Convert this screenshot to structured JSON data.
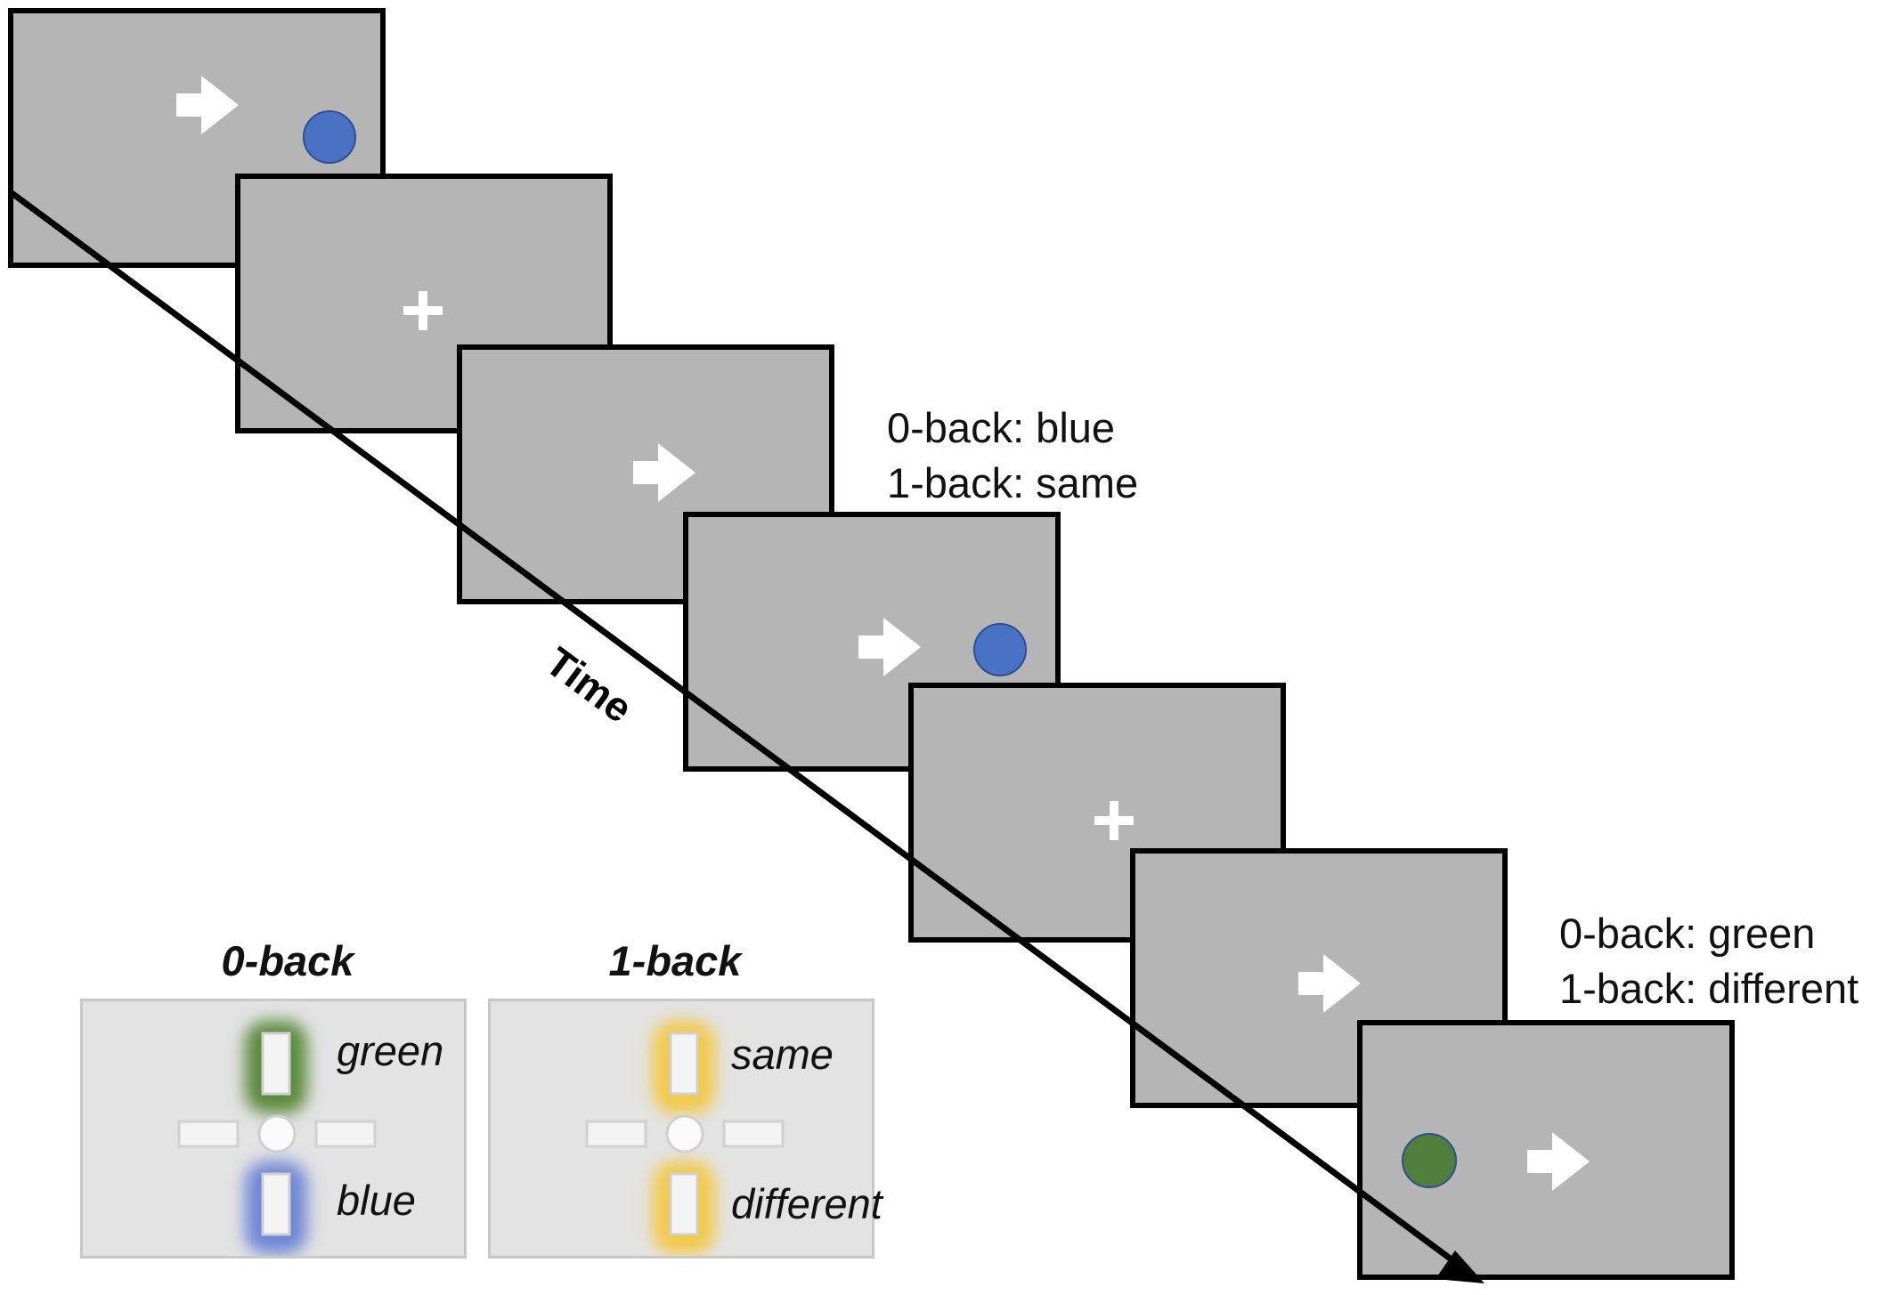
{
  "annotations": {
    "first_zero_back": "0-back: blue",
    "first_one_back": "1-back: same",
    "second_zero_back": "0-back: green",
    "second_one_back": "1-back: different"
  },
  "time_label": "Time",
  "panels": {
    "zero_back": {
      "title": "0-back",
      "top_label": "green",
      "bottom_label": "blue"
    },
    "one_back": {
      "title": "1-back",
      "top_label": "same",
      "bottom_label": "different"
    }
  },
  "colors": {
    "frame_fill": "#b5b5b5",
    "blue_circle": "#4a72c4",
    "green_circle": "#4f7f3a",
    "green_glow": "#5c8a3c",
    "blue_glow": "#6f86d6",
    "yellow_glow": "#f3c94a"
  },
  "frames": [
    {
      "content": "arrow-and-blue-circle"
    },
    {
      "content": "fixation-cross"
    },
    {
      "content": "arrow"
    },
    {
      "content": "arrow-and-blue-circle"
    },
    {
      "content": "fixation-cross"
    },
    {
      "content": "arrow"
    },
    {
      "content": "green-circle-and-arrow"
    }
  ]
}
